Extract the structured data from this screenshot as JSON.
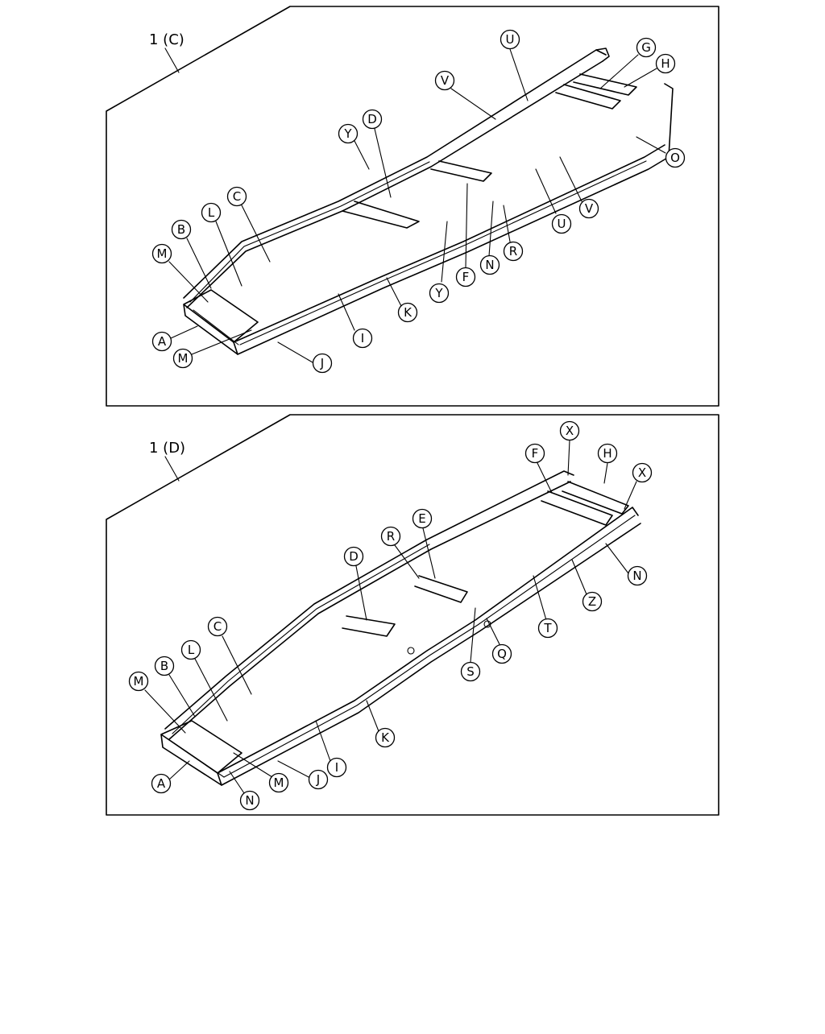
{
  "panels": [
    {
      "id": "c",
      "title": "1 (C)",
      "callouts": [
        "U",
        "G",
        "H",
        "V",
        "D",
        "Y",
        "O",
        "C",
        "L",
        "V",
        "U",
        "B",
        "R",
        "N",
        "M",
        "F",
        "Y",
        "K",
        "I",
        "A",
        "M",
        "J"
      ]
    },
    {
      "id": "d",
      "title": "1 (D)",
      "callouts": [
        "X",
        "F",
        "H",
        "X",
        "E",
        "R",
        "D",
        "N",
        "Z",
        "T",
        "Q",
        "C",
        "S",
        "B",
        "L",
        "M",
        "K",
        "I",
        "J",
        "M",
        "A",
        "N"
      ]
    }
  ]
}
